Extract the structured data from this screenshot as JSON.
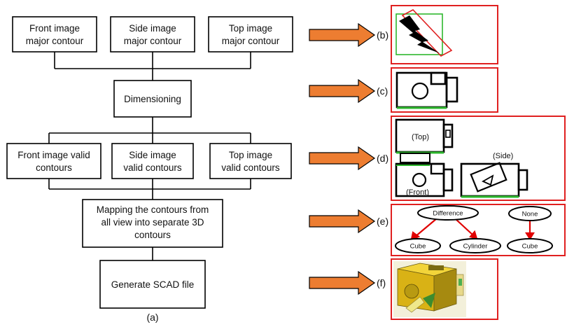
{
  "flowchart": {
    "front_major": [
      "Front image",
      "major contour"
    ],
    "side_major": [
      "Side image",
      "major contour"
    ],
    "top_major": [
      "Top image",
      "major contour"
    ],
    "dimensioning": "Dimensioning",
    "front_valid": [
      "Front image valid",
      "contours"
    ],
    "side_valid": [
      "Side image",
      "valid contours"
    ],
    "top_valid": [
      "Top image",
      "valid contours"
    ],
    "mapping": [
      "Mapping the contours from",
      "all view into separate 3D",
      "contours"
    ],
    "generate": "Generate SCAD file",
    "caption": "(a)"
  },
  "panels": {
    "b": "(b)",
    "c": "(c)",
    "d": "(d)",
    "e": "(e)",
    "f": "(f)",
    "d_top": "(Top)",
    "d_side": "(Side)",
    "d_front": "(Front)",
    "e_difference": "Difference",
    "e_none": "None",
    "e_cube1": "Cube",
    "e_cylinder": "Cylinder",
    "e_cube2": "Cube"
  },
  "colors": {
    "arrow_fill": "#ED7D31",
    "panel_border": "#E02020",
    "highlight_green": "#2EB82E",
    "tree_arrow": "#E00000",
    "model_yellow": "#E8C21A"
  }
}
